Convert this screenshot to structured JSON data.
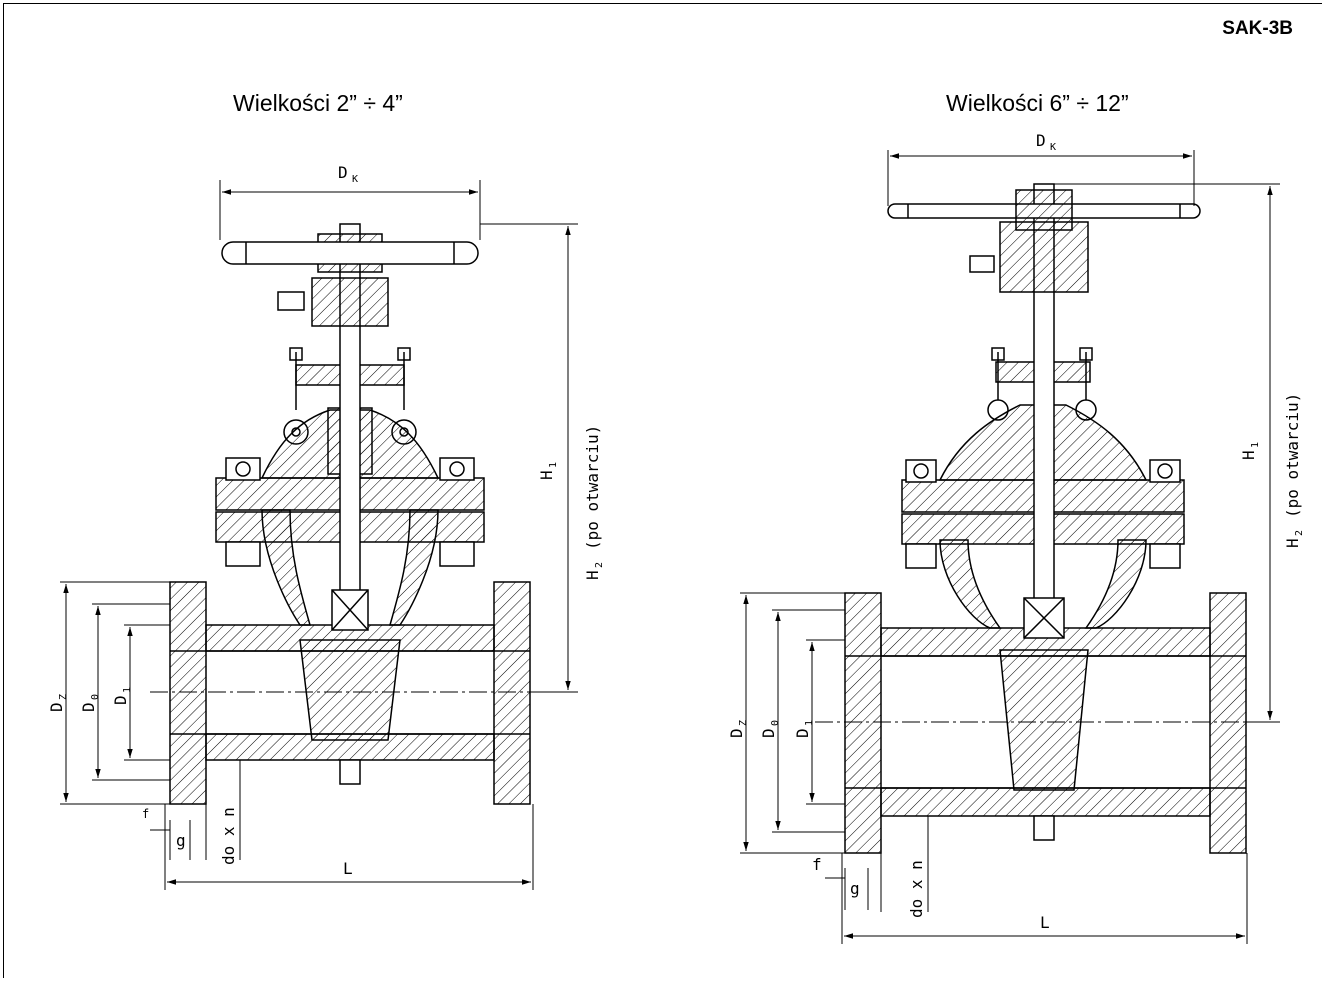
{
  "sheet_code": "SAK-3B",
  "views": [
    {
      "title": "Wielkości 2” ÷ 4”",
      "labels": {
        "dk": "D",
        "dk_sub": "K",
        "h1": "H",
        "h1_sub": "1",
        "h2": "H",
        "h2_sub": "2",
        "h2_note": "(po otwarciu)",
        "dz": "D",
        "dz_sub": "Z",
        "d0": "D",
        "d0_sub": "0",
        "d1": "D",
        "d1_sub": "1",
        "f": "f",
        "g": "g",
        "do_x_n": "do x n",
        "l": "L"
      }
    },
    {
      "title": "Wielkości 6” ÷ 12”",
      "labels": {
        "dk": "D",
        "dk_sub": "K",
        "h1": "H",
        "h1_sub": "1",
        "h2": "H",
        "h2_sub": "2",
        "h2_note": "(po otwarciu)",
        "dz": "D",
        "dz_sub": "Z",
        "d0": "D",
        "d0_sub": "0",
        "d1": "D",
        "d1_sub": "1",
        "f": "f",
        "g": "g",
        "do_x_n": "do x n",
        "l": "L"
      }
    }
  ]
}
